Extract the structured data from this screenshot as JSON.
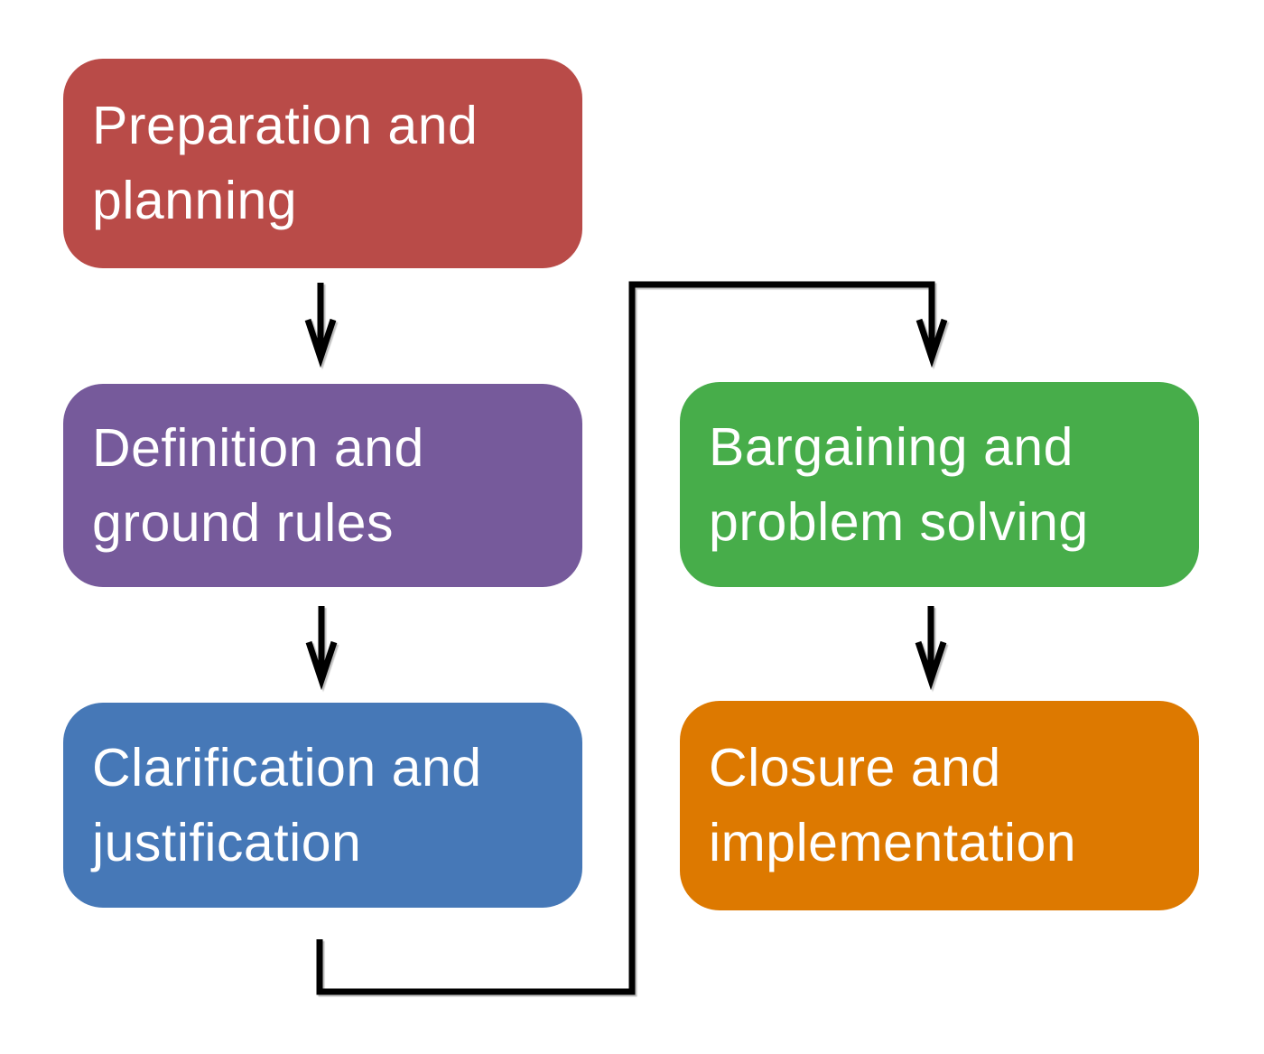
{
  "canvas": {
    "background": "#ffffff"
  },
  "connector_color": "#000000",
  "text_color": "#ffffff",
  "nodes": [
    {
      "id": "preparation-planning",
      "label": "Preparation and planning",
      "lines": [
        "Preparation and",
        "planning"
      ],
      "color": "#b94b48"
    },
    {
      "id": "definition-ground-rules",
      "label": "Definition and ground rules",
      "lines": [
        "Definition and",
        "ground rules"
      ],
      "color": "#765a9b"
    },
    {
      "id": "clarification-justification",
      "label": "Clarification and justification",
      "lines": [
        "Clarification and",
        "justification"
      ],
      "color": "#4678b7"
    },
    {
      "id": "bargaining-problem-solving",
      "label": "Bargaining and problem solving",
      "lines": [
        "Bargaining and",
        "problem solving"
      ],
      "color": "#47ad4a"
    },
    {
      "id": "closure-implementation",
      "label": "Closure and implementation",
      "lines": [
        "Closure and",
        "implementation"
      ],
      "color": "#dd7900"
    }
  ],
  "edges": [
    {
      "from": "preparation-planning",
      "to": "definition-ground-rules",
      "type": "arrow"
    },
    {
      "from": "definition-ground-rules",
      "to": "clarification-justification",
      "type": "arrow"
    },
    {
      "from": "clarification-justification",
      "to": "bargaining-problem-solving",
      "type": "elbow-arrow"
    },
    {
      "from": "bargaining-problem-solving",
      "to": "closure-implementation",
      "type": "arrow"
    }
  ]
}
